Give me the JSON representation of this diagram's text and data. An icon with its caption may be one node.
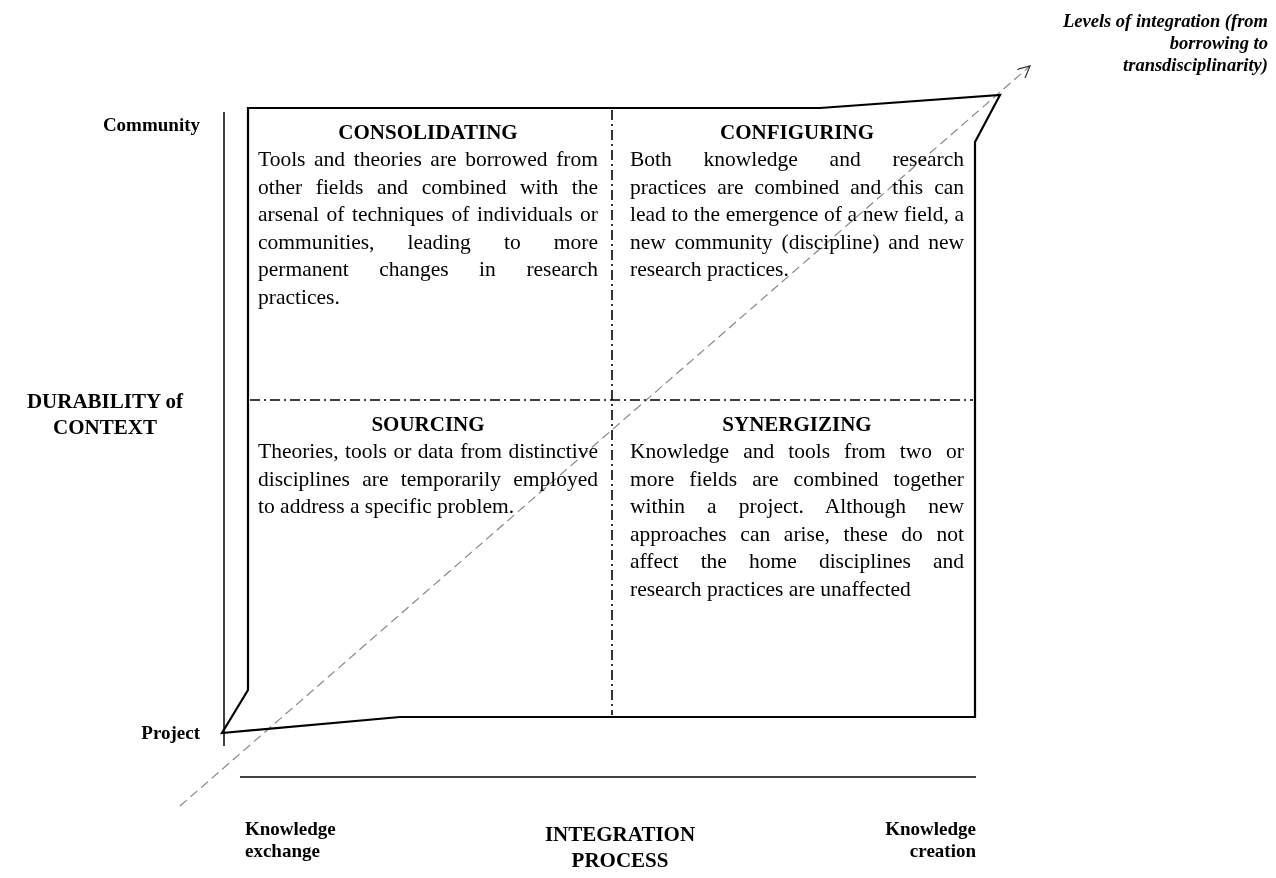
{
  "diagram": {
    "nodes": [
      {
        "text": [
          "CONSOLIDATING",
          "Tools and theories are borrowed from other fields and combined with the arsenal of techniques of individuals or communities, leading to more permanent changes in research practices."
        ]
      },
      {
        "text": [
          "CONFIGURING",
          "Both knowledge and research practices are combined and this can lead to the emergence of a new field, a new community (discipline) and new research practices."
        ]
      },
      {
        "text": [
          "SOURCING",
          "Theories, tools or data from distinctive disciplines are temporarily employed to address a specific problem."
        ]
      },
      {
        "text": [
          "SYNERGIZING",
          "Knowledge and tools from two or more fields are combined together within a project. Although new approaches can arise, these do not affect the home disciplines and research practices are unaffected"
        ]
      }
    ],
    "edges": [],
    "labels": [
      "Levels of integration (from borrowing to transdisciplinarity)",
      "Community",
      "DURABILITY of CONTEXT",
      "Project",
      "Knowledge exchange",
      "INTEGRATION PROCESS",
      "Knowledge creation"
    ]
  }
}
